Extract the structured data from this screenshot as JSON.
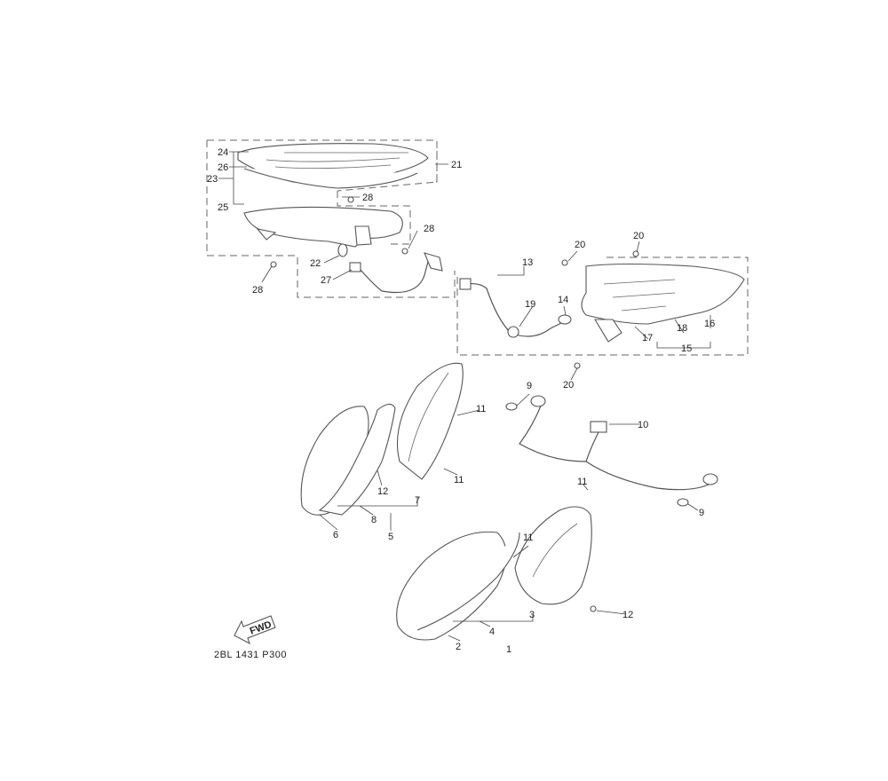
{
  "diagram": {
    "title_code": "2BL 1431 P300",
    "fwd_label": "FWD",
    "callouts": [
      "24",
      "26",
      "23",
      "21",
      "25",
      "28",
      "28",
      "22",
      "27",
      "28",
      "13",
      "20",
      "20",
      "14",
      "19",
      "18",
      "16",
      "17",
      "15",
      "20",
      "9",
      "11",
      "10",
      "12",
      "11",
      "7",
      "8",
      "6",
      "5",
      "11",
      "9",
      "11",
      "3",
      "12",
      "2",
      "4",
      "1"
    ]
  }
}
